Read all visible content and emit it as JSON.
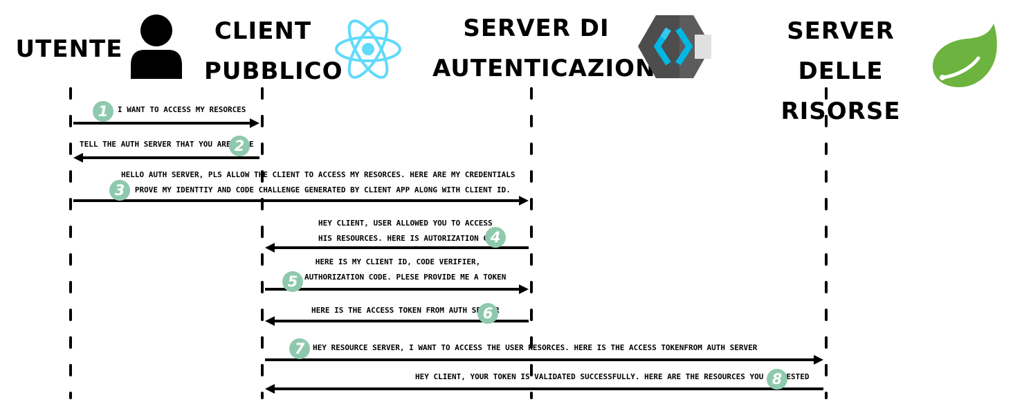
{
  "actors": [
    {
      "id": "utente",
      "name": "UTENTE",
      "icon": "user-icon"
    },
    {
      "id": "client",
      "name": "CLIENT PUBBLICO",
      "icon": "react-icon"
    },
    {
      "id": "auth",
      "name": "SERVER DI AUTENTICAZIONE",
      "icon": "keycloak-icon"
    },
    {
      "id": "resource",
      "name": "SERVER DELLE RISORSE",
      "icon": "spring-icon"
    }
  ],
  "messages": [
    {
      "step": "1",
      "from": "utente",
      "to": "client",
      "text": "I WANT TO ACCESS MY RESORCES"
    },
    {
      "step": "2",
      "from": "client",
      "to": "utente",
      "text": "TELL THE AUTH SERVER THAT YOU ARE FINE"
    },
    {
      "step": "3",
      "from": "utente",
      "to": "auth",
      "text": "HELLO AUTH SERVER, PLS ALLOW THE CLIENT TO ACCESS MY RESORCES. HERE ARE MY CREDENTIALS\nTO PROVE MY IDENTTIY AND CODE CHALLENGE GENERATED BY CLIENT APP ALONG WITH CLIENT ID."
    },
    {
      "step": "4",
      "from": "auth",
      "to": "client",
      "text": "HEY CLIENT, USER ALLOWED YOU TO ACCESS\nHIS RESOURCES. HERE IS AUTORIZATION CODE"
    },
    {
      "step": "5",
      "from": "client",
      "to": "auth",
      "text": "HERE IS MY CLIENT ID, CODE VERIFIER,\nAUTHORIZATION CODE. PLESE PROVIDE ME A TOKEN"
    },
    {
      "step": "6",
      "from": "auth",
      "to": "client",
      "text": "HERE IS THE ACCESS TOKEN FROM AUTH SERVER"
    },
    {
      "step": "7",
      "from": "client",
      "to": "resource",
      "text": "HEY RESOURCE SERVER, I WANT TO ACCESS THE USER RESORCES. HERE IS THE ACCESS TOKENFROM AUTH SERVER"
    },
    {
      "step": "8",
      "from": "resource",
      "to": "client",
      "text": "HEY CLIENT, YOUR TOKEN IS VALIDATED SUCCESSFULLY. HERE ARE THE RESOURCES YOU REQUESTED"
    }
  ],
  "colors": {
    "line": "#000000",
    "badge": "#8fc9ad",
    "react": "#61dafb",
    "spring": "#6db33f",
    "keycloak_dark": "#4d4d4d",
    "keycloak_blue": "#00b8e3"
  }
}
